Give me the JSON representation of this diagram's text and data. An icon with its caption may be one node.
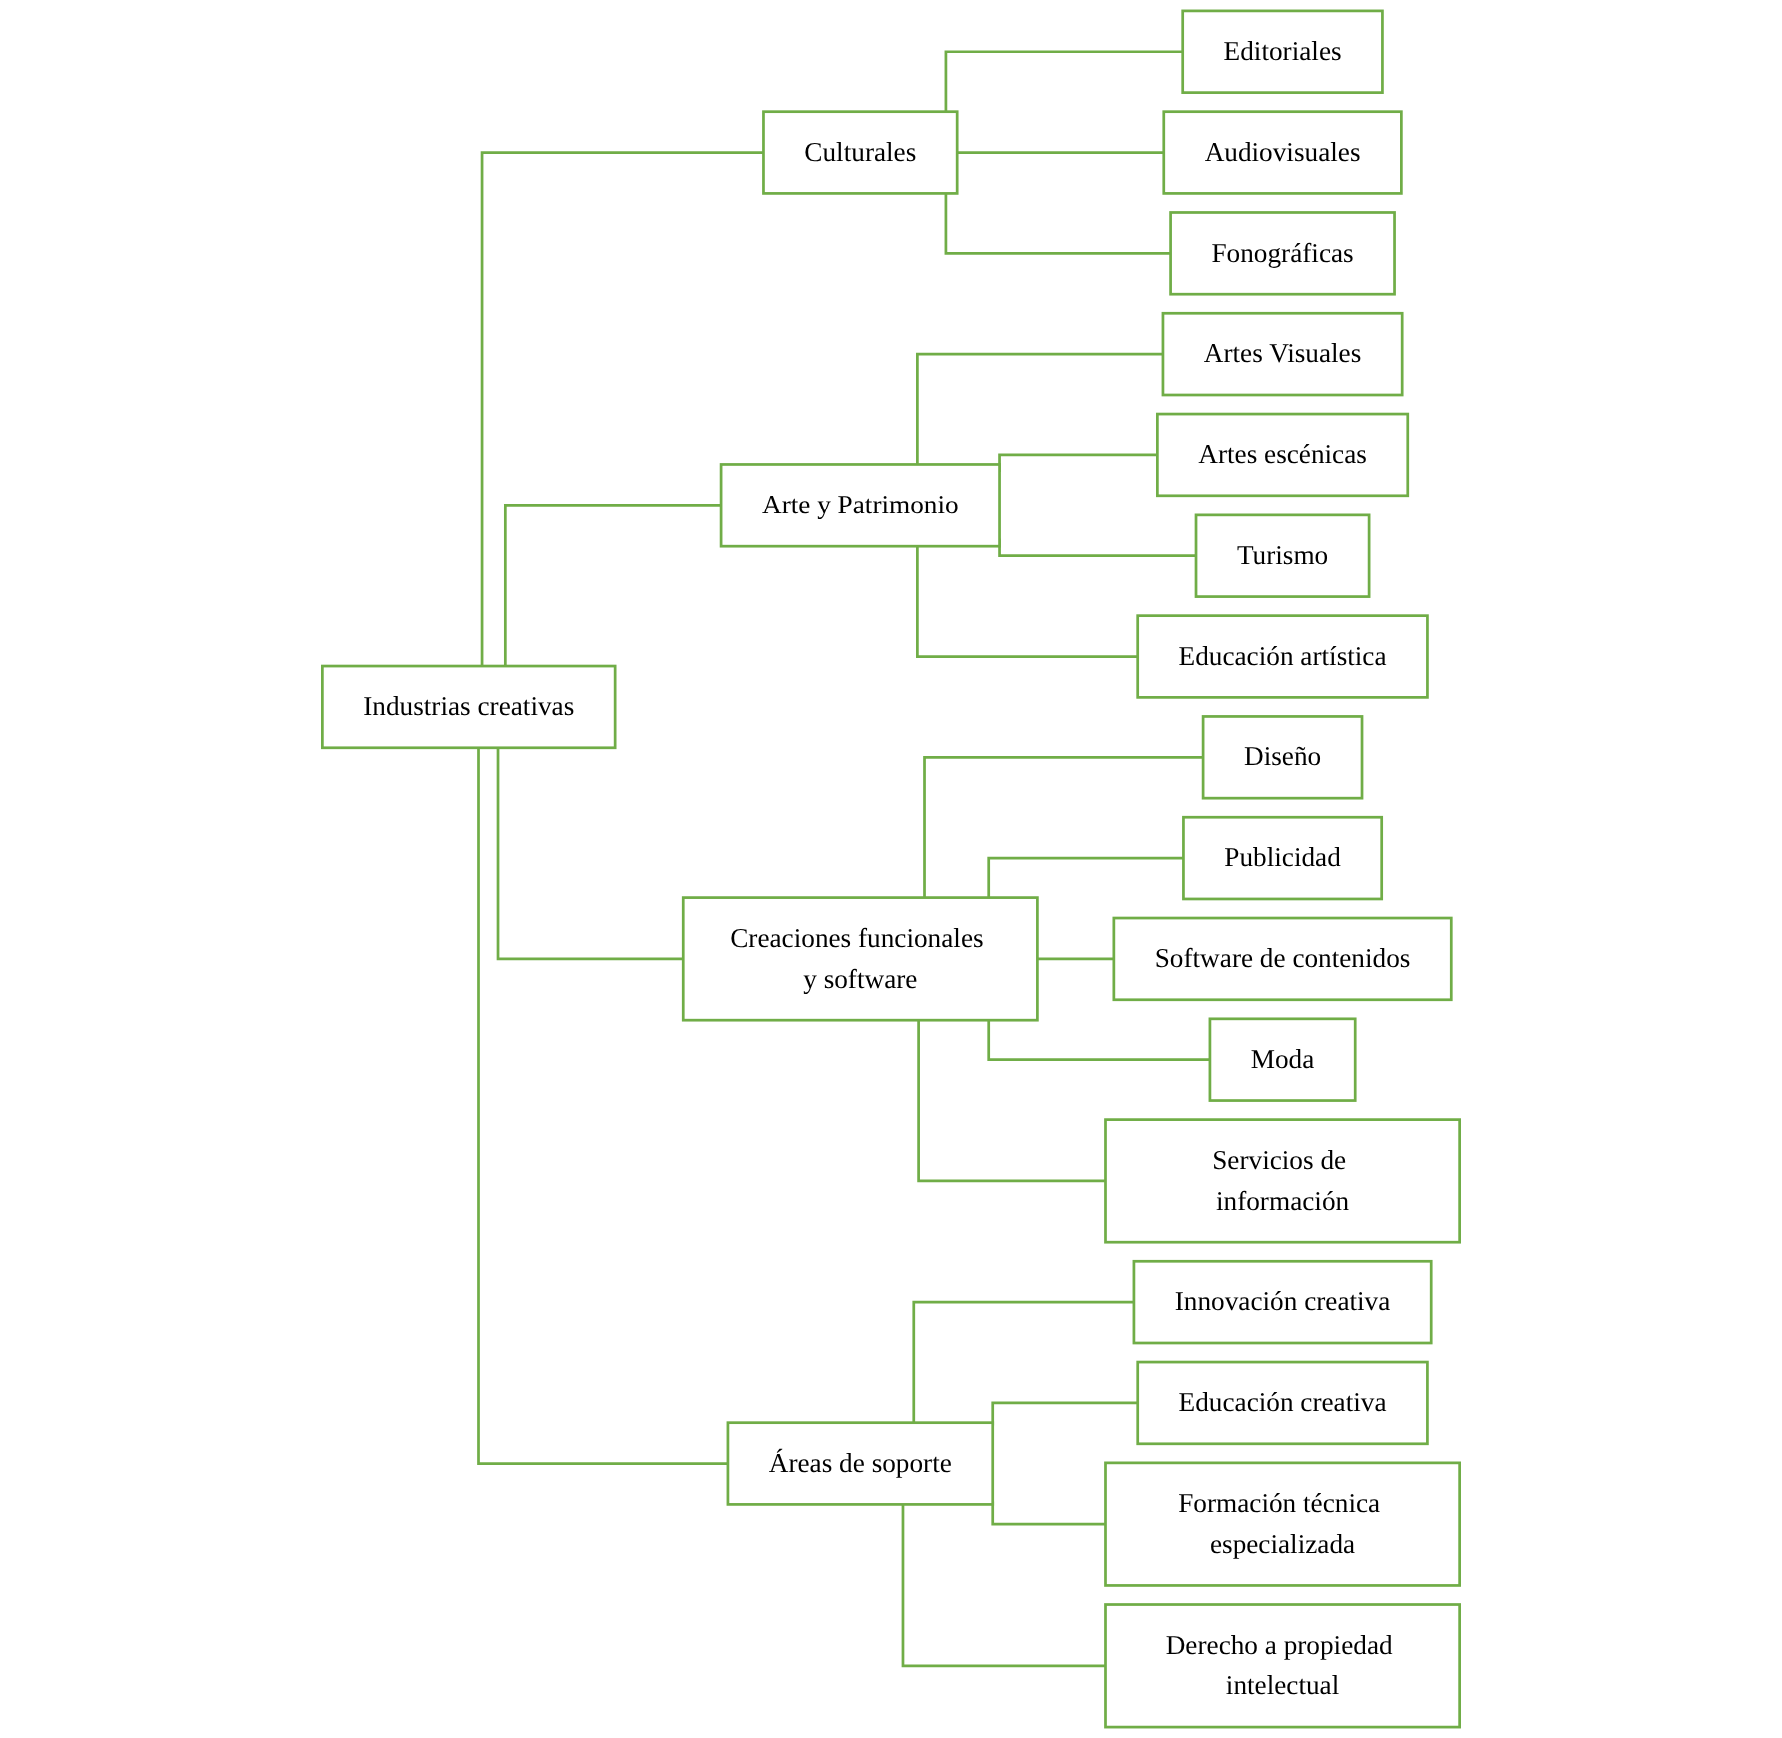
{
  "diagram": {
    "nodes": [
      {
        "text": [
          "Industrias creativas"
        ]
      },
      {
        "text": [
          "Culturales"
        ]
      },
      {
        "text": [
          "Arte y Patrimonio"
        ]
      },
      {
        "text": [
          "Creaciones funcionales y software"
        ]
      },
      {
        "text": [
          "Áreas de soporte"
        ]
      },
      {
        "text": [
          "Editoriales"
        ]
      },
      {
        "text": [
          "Audiovisuales"
        ]
      },
      {
        "text": [
          "Fonográficas"
        ]
      },
      {
        "text": [
          "Artes Visuales"
        ]
      },
      {
        "text": [
          "Artes escénicas"
        ]
      },
      {
        "text": [
          "Turismo"
        ]
      },
      {
        "text": [
          "Educación artística"
        ]
      },
      {
        "text": [
          "Diseño"
        ]
      },
      {
        "text": [
          "Publicidad"
        ]
      },
      {
        "text": [
          "Software de contenidos"
        ]
      },
      {
        "text": [
          "Moda"
        ]
      },
      {
        "text": [
          "Servicios de información"
        ]
      },
      {
        "text": [
          "Innovación creativa"
        ]
      },
      {
        "text": [
          "Educación creativa"
        ]
      },
      {
        "text": [
          "Formación técnica especializada"
        ]
      },
      {
        "text": [
          "Derecho a propiedad intelectual"
        ]
      }
    ],
    "edges": [
      {
        "from": 0,
        "to": 1,
        "arrow": "none"
      },
      {
        "from": 0,
        "to": 2,
        "arrow": "none"
      },
      {
        "from": 0,
        "to": 3,
        "arrow": "none"
      },
      {
        "from": 0,
        "to": 4,
        "arrow": "none"
      },
      {
        "from": 1,
        "to": 5,
        "arrow": "none"
      },
      {
        "from": 1,
        "to": 6,
        "arrow": "none"
      },
      {
        "from": 1,
        "to": 7,
        "arrow": "none"
      },
      {
        "from": 2,
        "to": 8,
        "arrow": "none"
      },
      {
        "from": 2,
        "to": 9,
        "arrow": "none"
      },
      {
        "from": 2,
        "to": 10,
        "arrow": "none"
      },
      {
        "from": 2,
        "to": 11,
        "arrow": "none"
      },
      {
        "from": 3,
        "to": 12,
        "arrow": "none"
      },
      {
        "from": 3,
        "to": 13,
        "arrow": "none"
      },
      {
        "from": 3,
        "to": 14,
        "arrow": "none"
      },
      {
        "from": 3,
        "to": 15,
        "arrow": "none"
      },
      {
        "from": 3,
        "to": 16,
        "arrow": "none"
      },
      {
        "from": 4,
        "to": 17,
        "arrow": "none"
      },
      {
        "from": 4,
        "to": 18,
        "arrow": "none"
      },
      {
        "from": 4,
        "to": 19,
        "arrow": "none"
      },
      {
        "from": 4,
        "to": 20,
        "arrow": "none"
      }
    ]
  }
}
